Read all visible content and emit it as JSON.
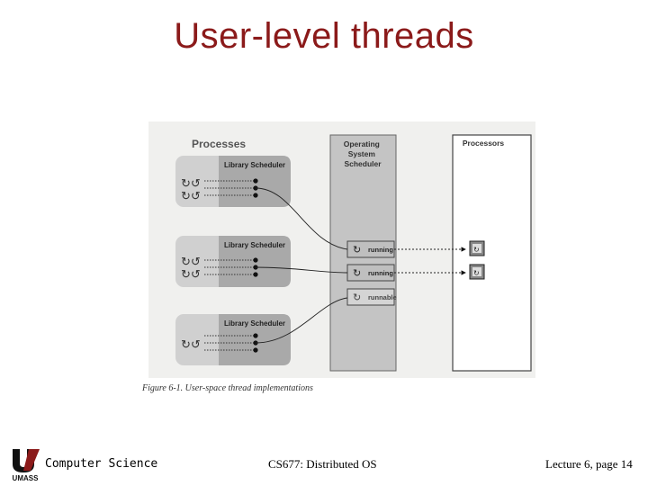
{
  "slide": {
    "title": "User-level threads"
  },
  "figure": {
    "processes_label": "Processes",
    "os_scheduler_lines": [
      "Operating",
      "System",
      "Scheduler"
    ],
    "processors_label": "Processors",
    "library_scheduler_label": "Library Scheduler",
    "thread_states": [
      "running",
      "running",
      "runnable"
    ],
    "caption": "Figure 6-1. User-space thread implementations"
  },
  "footer": {
    "logo_text": "UMASS",
    "department": "Computer Science",
    "course": "CS677: Distributed OS",
    "lecture": "Lecture 6, page 14"
  },
  "colors": {
    "title": "#8b1a1a",
    "process_light": "#d0d0d0",
    "process_dark": "#a9a9a9",
    "scheduler_column": "#c4c4c4"
  }
}
